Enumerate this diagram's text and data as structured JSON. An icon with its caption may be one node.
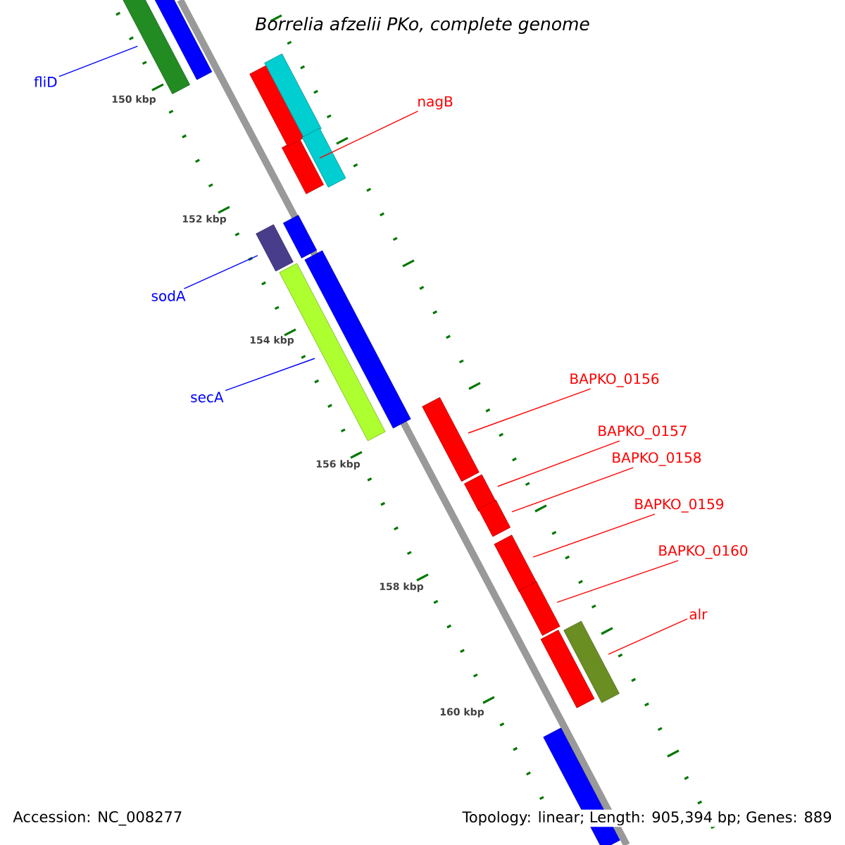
{
  "diagram": {
    "title": "Borrelia afzelii PKo, complete genome",
    "nodes": [
      {
        "text": [
          "fliD"
        ]
      },
      {
        "text": [],
        "shape": "bar"
      },
      {
        "text": [
          "nagB"
        ]
      },
      {
        "text": [],
        "shape": "bar"
      },
      {
        "text": [
          "sodA"
        ]
      },
      {
        "text": [],
        "shape": "bar"
      },
      {
        "text": [
          "secA"
        ]
      },
      {
        "text": [],
        "shape": "bar"
      },
      {
        "text": [
          "BAPKO_0156"
        ]
      },
      {
        "text": [],
        "shape": "bar"
      },
      {
        "text": [
          "BAPKO_0157"
        ]
      },
      {
        "text": [],
        "shape": "bar"
      },
      {
        "text": [
          "BAPKO_0158"
        ]
      },
      {
        "text": [],
        "shape": "bar"
      },
      {
        "text": [
          "BAPKO_0159"
        ]
      },
      {
        "text": [],
        "shape": "bar"
      },
      {
        "text": [
          "BAPKO_0160"
        ]
      },
      {
        "text": [],
        "shape": "bar"
      },
      {
        "text": [
          "alr"
        ]
      },
      {
        "text": [],
        "shape": "bar"
      },
      {
        "text": [],
        "shape": "bar"
      },
      {
        "text": [],
        "shape": "bar"
      },
      {
        "text": [],
        "shape": "bar"
      },
      {
        "text": [],
        "shape": "bar"
      },
      {
        "text": [],
        "shape": "bar"
      },
      {
        "text": [],
        "shape": "bar"
      },
      {
        "text": [],
        "shape": "bar"
      },
      {
        "text": [],
        "shape": "bar"
      }
    ],
    "edges": [
      {
        "from": 0,
        "to": 1,
        "arrow": "none",
        "color": "#0000ff"
      },
      {
        "from": 2,
        "to": 3,
        "arrow": "none"
      },
      {
        "from": 4,
        "to": 5,
        "arrow": "none",
        "color": "#0000ff"
      },
      {
        "from": 6,
        "to": 7,
        "arrow": "none",
        "color": "#0000ff"
      },
      {
        "from": 8,
        "to": 9,
        "arrow": "none"
      },
      {
        "from": 10,
        "to": 11,
        "arrow": "none"
      },
      {
        "from": 12,
        "to": 13,
        "arrow": "none"
      },
      {
        "from": 14,
        "to": 15,
        "arrow": "none"
      },
      {
        "from": 16,
        "to": 17,
        "arrow": "none"
      },
      {
        "from": 18,
        "to": 19,
        "arrow": "none"
      }
    ],
    "labels": [
      "150 kbp",
      "152 kbp",
      "154 kbp",
      "156 kbp",
      "158 kbp",
      "160 kbp",
      "Accession: NC_008277",
      "Topology: linear; Length: 905,394 bp; Genes: 889"
    ]
  }
}
